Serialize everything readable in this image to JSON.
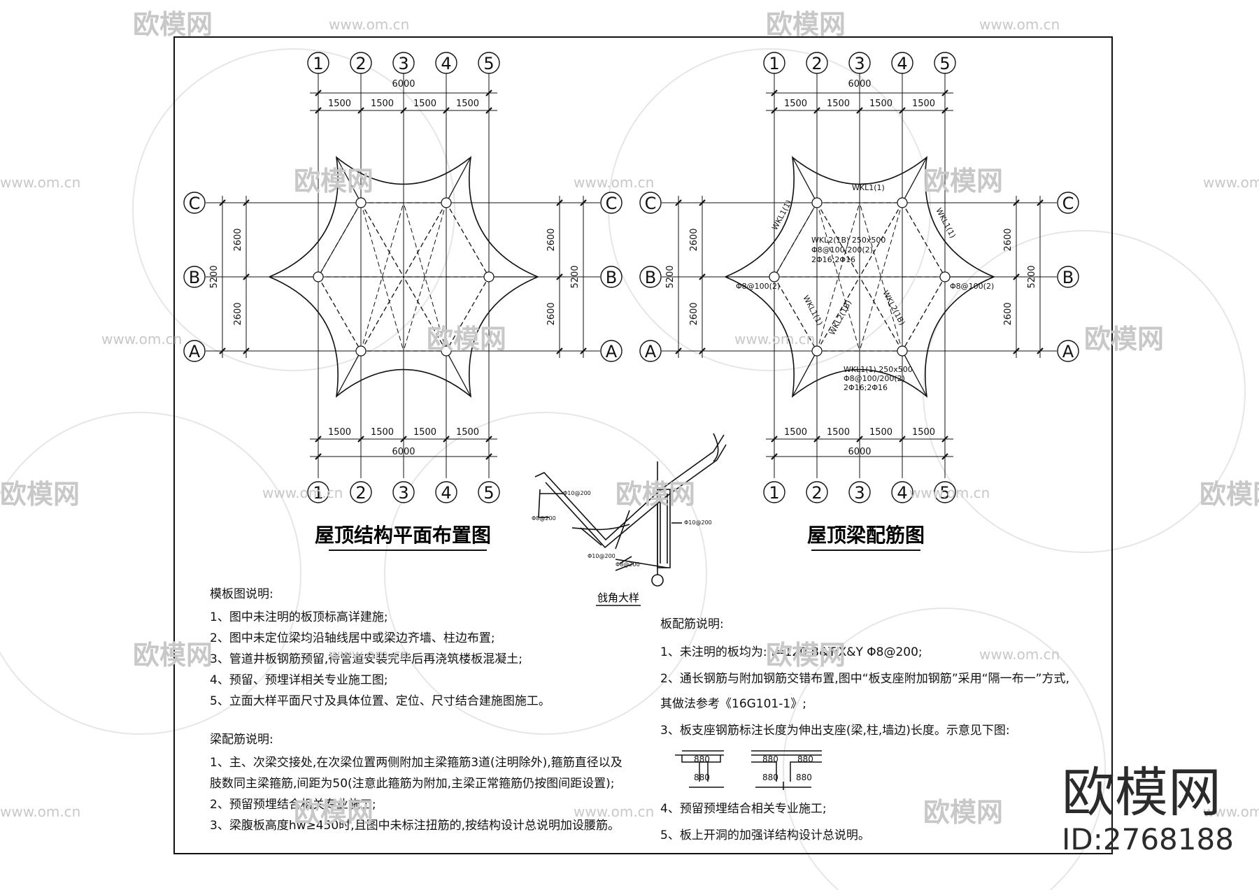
{
  "watermark": {
    "brand": "欧模网",
    "site": "www.om.cn",
    "id_label": "ID:2768188"
  },
  "grid": {
    "axes_x": [
      "1",
      "2",
      "3",
      "4",
      "5"
    ],
    "axes_y": [
      "C",
      "B",
      "A"
    ],
    "spans_x": [
      "1500",
      "1500",
      "1500",
      "1500"
    ],
    "total_x": "6000",
    "spans_y": [
      "2600",
      "2600"
    ],
    "total_y": "5200"
  },
  "plan_left": {
    "title": "屋顶结构平面布置图"
  },
  "plan_right": {
    "title": "屋顶梁配筋图",
    "beam_labels": {
      "wkl1_top": "WKL1(1)",
      "wkl1_left_up": "WKL1(1)",
      "wkl1_right_up": "WKL1(1)",
      "wkl2_info_1": "WKL2(1B) 250x500",
      "wkl2_info_2": "Φ8@100/200(2)",
      "wkl2_info_3": "2Φ16;2Φ16",
      "stirrup_left": "Φ8@100(2)",
      "stirrup_right": "Φ8@100(2)",
      "wkl1_left_low": "WKL1(1)",
      "wkl2_mid_low": "WKL2(1B)",
      "wkl2_right_low": "WKL2(1B)",
      "wkl1_bottom_1": "WKL1(1) 250x500",
      "wkl1_bottom_2": "Φ8@100/200(2)",
      "wkl1_bottom_3": "2Φ16;2Φ16"
    }
  },
  "detail": {
    "title": "戗角大样",
    "labels": [
      "Φ10@200",
      "Φ8@200",
      "Φ10@200",
      "Φ10@200",
      "Φ8@200"
    ]
  },
  "notes_formwork": {
    "heading": "模板图说明:",
    "items": [
      "1、图中未注明的板顶标高详建施;",
      "2、图中未定位梁均沿轴线居中或梁边齐墙、柱边布置;",
      "3、管道井板钢筋预留,待管道安装完毕后再浇筑楼板混凝土;",
      "4、预留、预埋详相关专业施工图;",
      "5、立面大样平面尺寸及具体位置、定位、尺寸结合建施图施工。"
    ]
  },
  "notes_beam": {
    "heading": "梁配筋说明:",
    "items": [
      "1、主、次梁交接处,在次梁位置两侧附加主梁箍筋3道(注明除外),箍筋直径以及",
      "肢数同主梁箍筋,间距为50(注意此箍筋为附加,主梁正常箍筋仍按图间距设置);",
      "2、预留预埋结合相关专业施工;",
      "3、梁腹板高度hw≥450时,且图中未标注扭筋的,按结构设计总说明加设腰筋。"
    ]
  },
  "notes_slab": {
    "heading": "板配筋说明:",
    "items": [
      "1、未注明的板均为:h=120 B&T:X&Y Φ8@200;",
      "2、通长钢筋与附加钢筋交错布置,图中“板支座附加钢筋”采用“隔一布一”方式,",
      "其做法参考《16G101-1》;",
      "3、板支座钢筋标注长度为伸出支座(梁,柱,墙边)长度。示意见下图:",
      "4、预留预埋结合相关专业施工;",
      "5、板上开洞的加强详结构设计总说明。"
    ],
    "sketch_dims": [
      "880",
      "880",
      "880",
      "880",
      "880",
      "880"
    ]
  }
}
